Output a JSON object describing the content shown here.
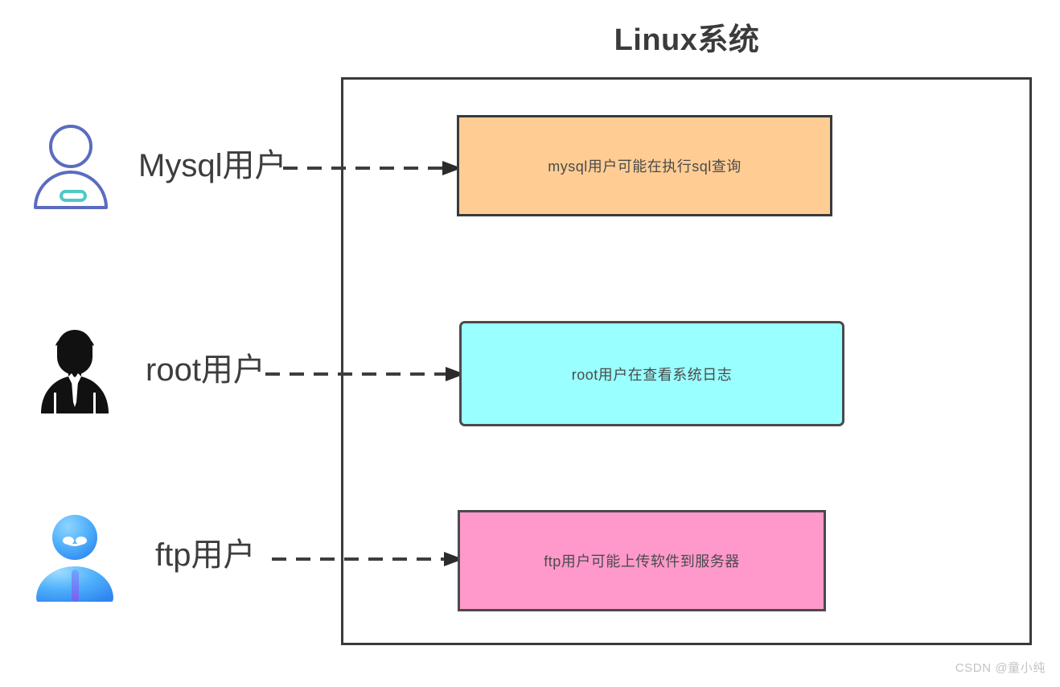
{
  "diagram": {
    "title": "Linux系统",
    "type": "flow-diagram",
    "watermark": "CSDN @童小纯",
    "container_label": "Linux系统",
    "colors": {
      "mysql_box": "#FFCD94",
      "root_box": "#99FFFF",
      "ftp_box": "#FF99CC",
      "border": "#3a3a3a",
      "title_text": "#3b3b3b",
      "body_text": "#4a4a4a",
      "watermark_text": "#c2c2c2",
      "mysql_icon": "#5b6cc0",
      "mysql_icon_badge": "#4ec8c8",
      "root_icon": "#111111",
      "ftp_icon": "#3fa0f7",
      "ftp_icon_accent": "#7c5cf0"
    },
    "rows": [
      {
        "id": "mysql",
        "user_label": "Mysql用户",
        "icon_name": "user-outline-icon",
        "activity": "mysql用户可能在执行sql查询",
        "connector": "dashed-arrow"
      },
      {
        "id": "root",
        "user_label": "root用户",
        "icon_name": "businessman-silhouette-icon",
        "activity": "root用户在查看系统日志",
        "connector": "dashed-arrow"
      },
      {
        "id": "ftp",
        "user_label": "ftp用户",
        "icon_name": "user-avatar-blue-icon",
        "activity": "ftp用户可能上传软件到服务器",
        "connector": "dashed-arrow"
      }
    ]
  }
}
